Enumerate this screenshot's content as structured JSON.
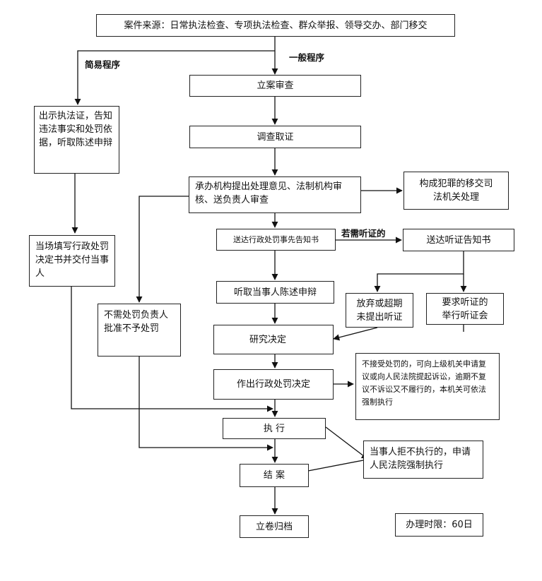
{
  "source": "案件来源：日常执法检查、专项执法检查、群众举报、领导交办、部门移交",
  "labels": {
    "simple": "简易程序",
    "general": "一般程序",
    "hearing": "若需听证的"
  },
  "simple_steps": {
    "show_cert": "出示执法证，告知违法事实和处罚依据，听取陈述申辩",
    "fill_decision": "当场填写行政处罚决定书并交付当事人"
  },
  "general_steps": {
    "file_review": "立案审查",
    "investigate": "调查取证",
    "opinion": "承办机构提出处理意见、法制机构审核、送负责人审查",
    "crime": "构成犯罪的移交司法机关处理",
    "pre_notice": "送达行政处罚事先告知书",
    "hearing_notice": "送达听证告知书",
    "waive": "放弃或超期未提出听证",
    "request_hearing": "要求听证的举行听证会",
    "listen": "听取当事人陈述申辩",
    "no_penalty": "不需处罚负责人批准不予处罚",
    "study": "研究决定",
    "decision": "作出行政处罚决定",
    "appeal_note": "不接受处罚的，可向上级机关申请复议或向人民法院提起诉讼，逾期不复议不诉讼又不履行的，本机关可依法强制执行",
    "execute": "执 行",
    "refuse_note": "当事人拒不执行的，申请人民法院强制执行",
    "close": "结 案",
    "archive": "立卷归档"
  },
  "time_limit": "办理时限：60日"
}
